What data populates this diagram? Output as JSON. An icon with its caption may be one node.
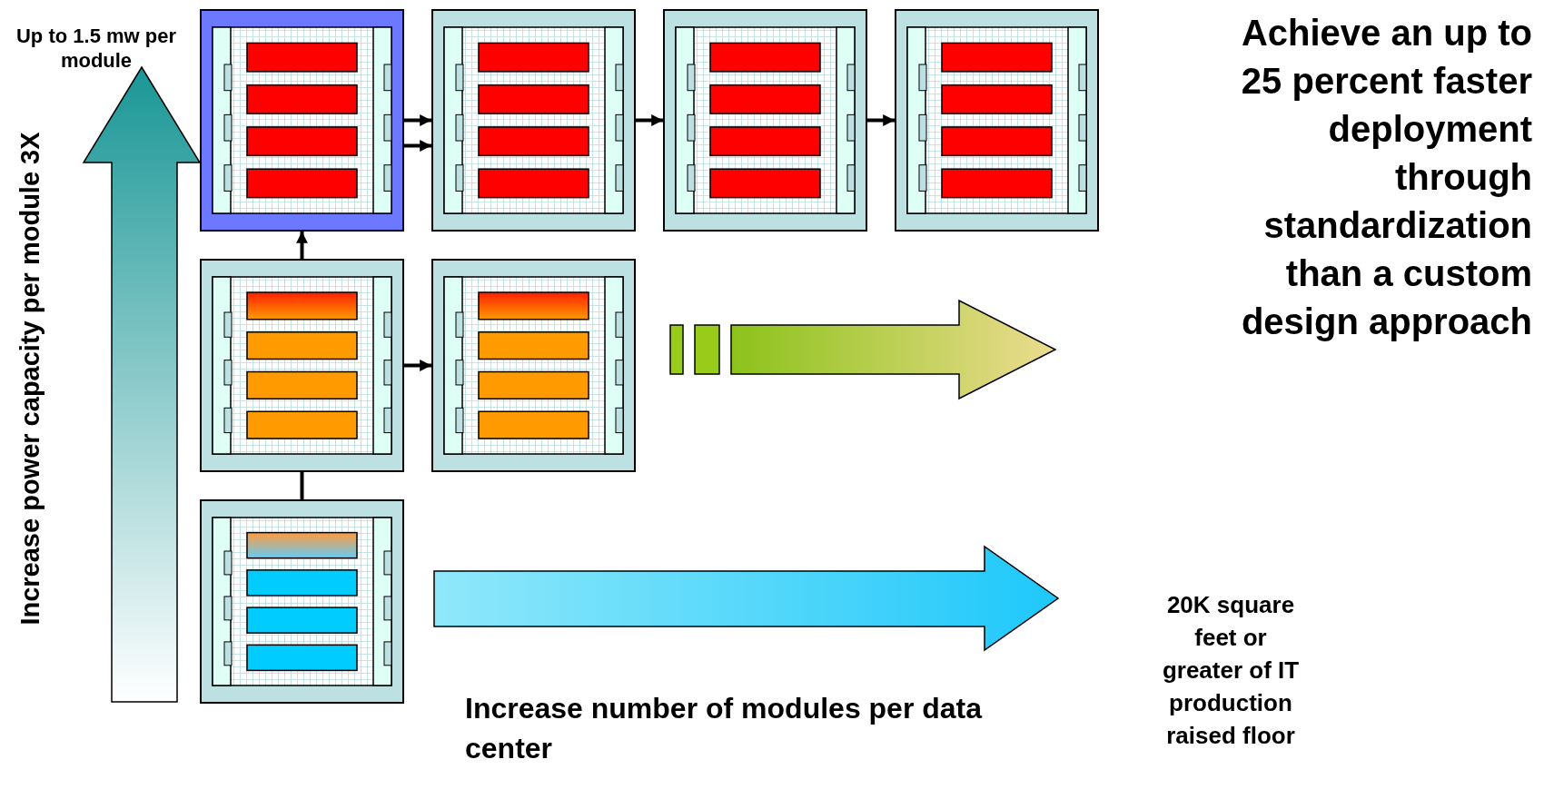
{
  "diagram": {
    "nodes": [
      {
        "text": [],
        "shape": "box"
      },
      {
        "text": [],
        "shape": "box"
      },
      {
        "text": [],
        "shape": "box"
      },
      {
        "text": [],
        "shape": "box"
      },
      {
        "text": [],
        "shape": "box"
      },
      {
        "text": [],
        "shape": "box"
      },
      {
        "text": [],
        "shape": "box"
      }
    ],
    "edges": [
      {
        "from": 0,
        "to": 1,
        "arrow": "to"
      },
      {
        "from": 0,
        "to": 1,
        "arrow": "to"
      },
      {
        "from": 1,
        "to": 2,
        "arrow": "to"
      },
      {
        "from": 2,
        "to": 3,
        "arrow": "to"
      },
      {
        "from": 4,
        "to": 0,
        "arrow": "to"
      },
      {
        "from": 4,
        "to": 5,
        "arrow": "to"
      },
      {
        "from": 6,
        "to": 4,
        "arrow": "none"
      }
    ],
    "labels": [
      "Up to 1.5 mw per module",
      "Increase power capacity per module 3X",
      "Achieve an up to 25 percent faster deployment through standardization than a custom design approach",
      "20K square feet or greater of IT production raised floor",
      "Increase number of modules per data center"
    ]
  }
}
